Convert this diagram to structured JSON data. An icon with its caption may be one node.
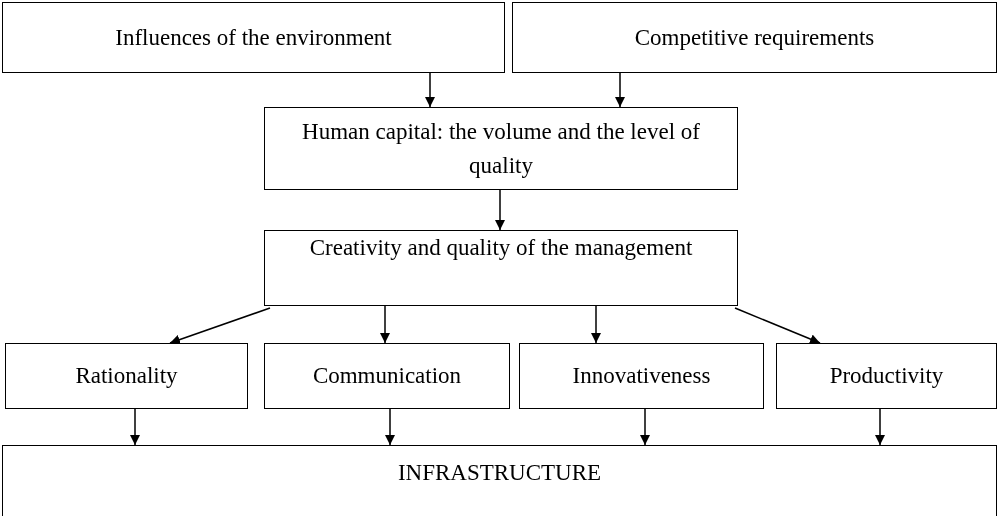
{
  "diagram": {
    "nodes": [
      {
        "text": [
          "Influences of the environment"
        ]
      },
      {
        "text": [
          "Competitive requirements"
        ]
      },
      {
        "text": [
          "Human capital: the volume and the level of quality"
        ]
      },
      {
        "text": [
          "Creativity and quality of the management"
        ]
      },
      {
        "text": [
          "Rationality"
        ]
      },
      {
        "text": [
          "Communication"
        ]
      },
      {
        "text": [
          "Innovativeness"
        ]
      },
      {
        "text": [
          "Productivity"
        ]
      },
      {
        "text": [
          "INFRASTRUCTURE"
        ]
      }
    ],
    "edges": [
      {
        "from": 0,
        "to": 2,
        "arrow": "to"
      },
      {
        "from": 1,
        "to": 2,
        "arrow": "to"
      },
      {
        "from": 2,
        "to": 3,
        "arrow": "to"
      },
      {
        "from": 3,
        "to": 4,
        "arrow": "to"
      },
      {
        "from": 3,
        "to": 5,
        "arrow": "to"
      },
      {
        "from": 3,
        "to": 6,
        "arrow": "to"
      },
      {
        "from": 3,
        "to": 7,
        "arrow": "to"
      },
      {
        "from": 4,
        "to": 8,
        "arrow": "to"
      },
      {
        "from": 5,
        "to": 8,
        "arrow": "to"
      },
      {
        "from": 6,
        "to": 8,
        "arrow": "to"
      },
      {
        "from": 7,
        "to": 8,
        "arrow": "to"
      }
    ]
  }
}
